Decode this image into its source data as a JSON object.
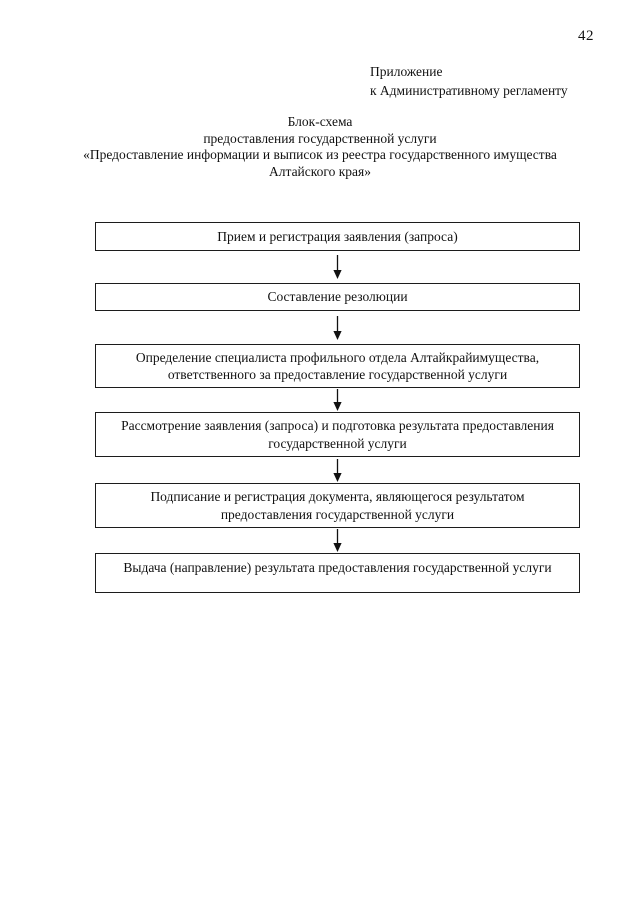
{
  "page": {
    "number": "42",
    "appendix": [
      "Приложение",
      "к Административному регламенту"
    ],
    "title_lines": [
      "Блок-схема",
      "предоставления государственной услуги",
      "«Предоставление информации и выписок из реестра государственного имущества",
      "Алтайского края»"
    ]
  },
  "flowchart": {
    "steps": [
      "Прием и регистрация заявления (запроса)",
      "Составление резолюции",
      "Определение специалиста профильного отдела Алтайкрайимущества, ответственного за предоставление государственной услуги",
      "Рассмотрение заявления (запроса) и подготовка результата предоставления государственной услуги",
      "Подписание и регистрация документа, являющегося результатом предоставления государственной услуги",
      "Выдача (направление) результата предоставления государственной услуги"
    ],
    "connector": "down-arrow"
  },
  "colors": {
    "background": "#ffffff",
    "text": "#111111",
    "box_border": "#1c1c1c"
  }
}
